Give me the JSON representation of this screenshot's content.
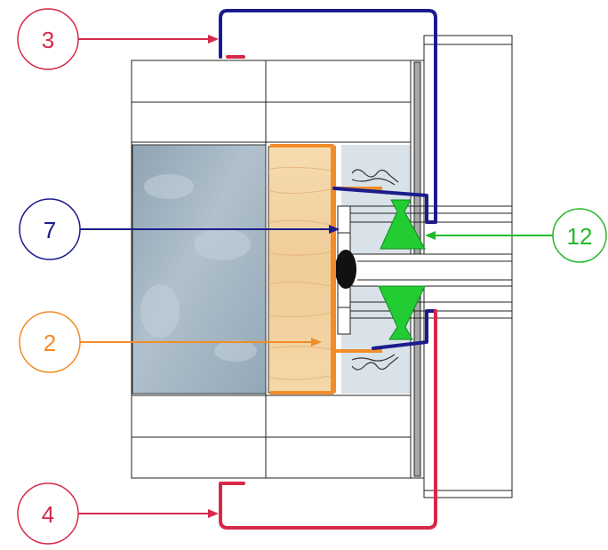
{
  "callouts": [
    {
      "id": "3",
      "label": "3",
      "color": "#d6294a"
    },
    {
      "id": "7",
      "label": "7",
      "color": "#1b1c8c"
    },
    {
      "id": "12",
      "label": "12",
      "color": "#22b92a"
    },
    {
      "id": "2",
      "label": "2",
      "color": "#f28c28"
    },
    {
      "id": "4",
      "label": "4",
      "color": "#d6294a"
    }
  ],
  "colors": {
    "outline": "#222222",
    "concrete": "#9fb1be",
    "wood": "#f3d2a2",
    "seal_orange": "#f28c28",
    "profile_blue": "#1b1c8c",
    "profile_red": "#d6294a",
    "gasket_green": "#22cc33",
    "bead_black": "#111111"
  }
}
